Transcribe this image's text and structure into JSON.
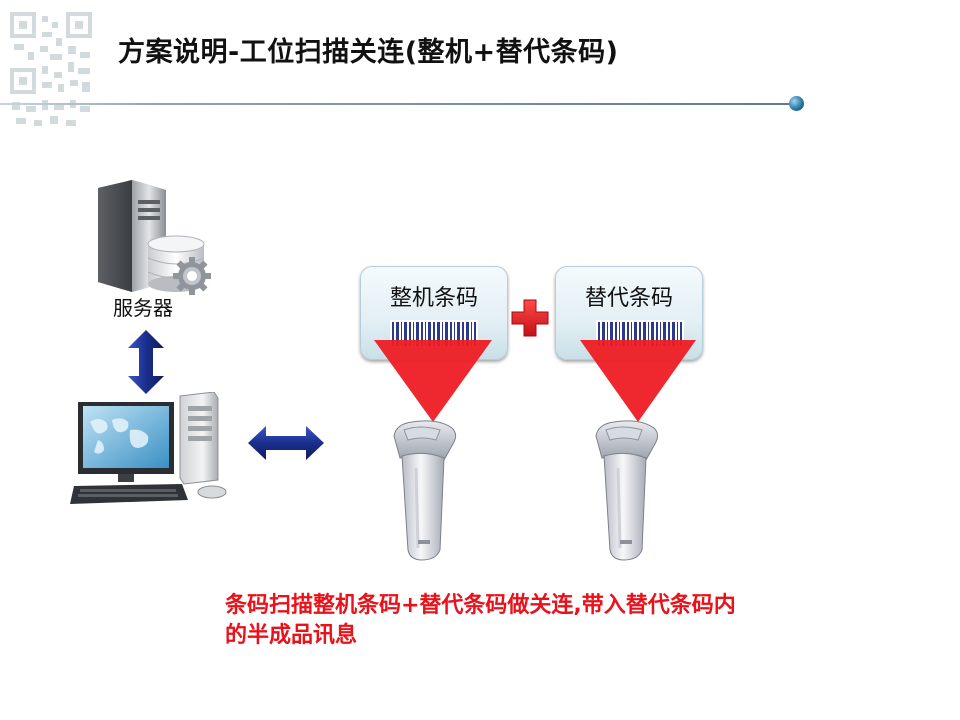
{
  "slide": {
    "title": "方案说明-工位扫描关连(整机+替代条码)"
  },
  "server": {
    "label": "服务器"
  },
  "cards": [
    {
      "label": "整机条码"
    },
    {
      "label": "替代条码"
    }
  ],
  "caption": {
    "line1": "条码扫描整机条码+替代条码做关连,带入替代条码内",
    "line2": "的半成品讯息"
  },
  "colors": {
    "accent_red": "#e8121b",
    "arrow_blue": "#1a2f8c",
    "beam_red": "#ee1c24"
  }
}
